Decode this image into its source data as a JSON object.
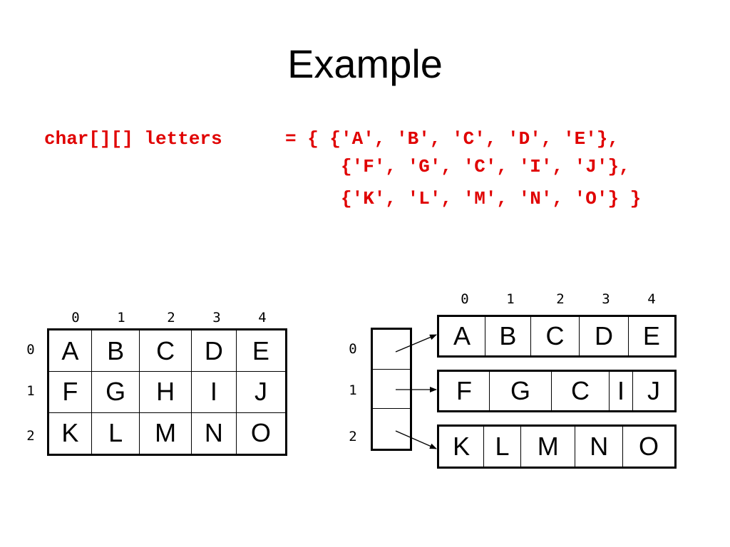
{
  "title": "Example",
  "code": {
    "line1_decl": "char[][] letters",
    "line1_rest": "= { {'A', 'B', 'C', 'D', 'E'},",
    "line2": "{'F', 'G', 'C', 'I', 'J'},",
    "line3": "{'K', 'L', 'M', 'N', 'O'} }"
  },
  "left_diagram": {
    "col_indices": [
      "0",
      "1",
      "2",
      "3",
      "4"
    ],
    "row_indices": [
      "0",
      "1",
      "2"
    ],
    "rows": [
      [
        "A",
        "B",
        "C",
        "D",
        "E"
      ],
      [
        "F",
        "G",
        "H",
        "I",
        "J"
      ],
      [
        "K",
        "L",
        "M",
        "N",
        "O"
      ]
    ]
  },
  "right_diagram": {
    "col_indices": [
      "0",
      "1",
      "2",
      "3",
      "4"
    ],
    "row_indices": [
      "0",
      "1",
      "2"
    ],
    "rows": [
      [
        "A",
        "B",
        "C",
        "D",
        "E"
      ],
      [
        "F",
        "G",
        "C",
        "I",
        "J"
      ],
      [
        "K",
        "L",
        "M",
        "N",
        "O"
      ]
    ]
  }
}
